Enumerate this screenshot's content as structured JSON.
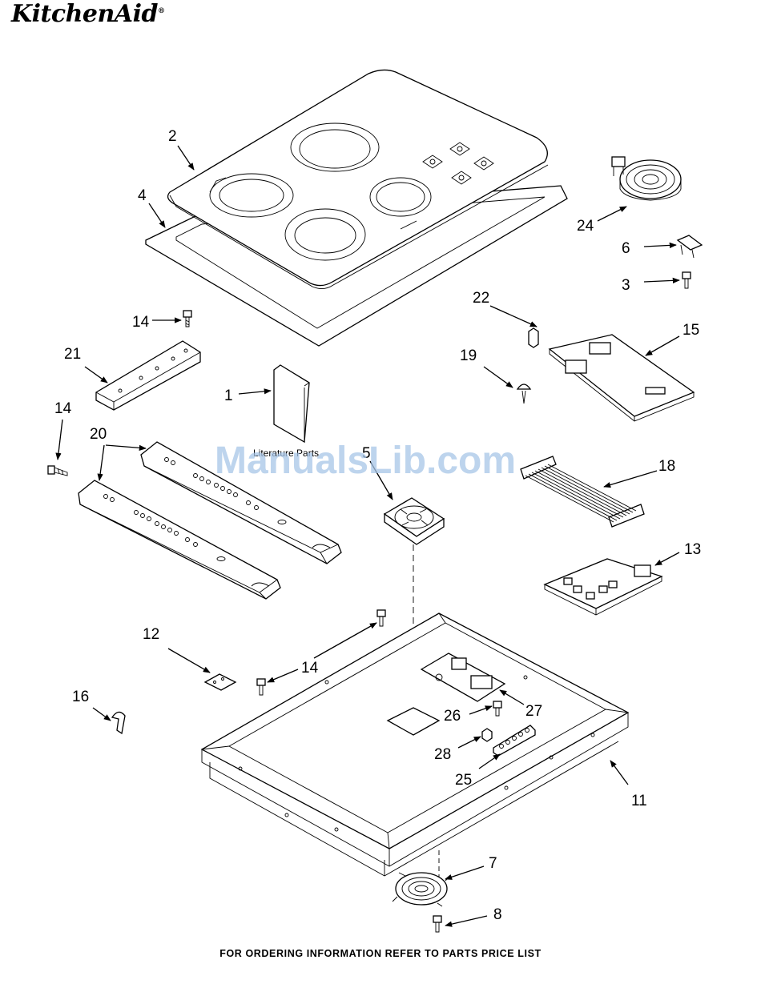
{
  "brand": {
    "name": "KitchenAid",
    "mark": "®"
  },
  "footer": "FOR ORDERING INFORMATION REFER TO PARTS PRICE LIST",
  "watermark": "ManualsLib.com",
  "literature_label": "Literature Parts",
  "callouts": {
    "c1": "1",
    "c2": "2",
    "c3": "3",
    "c4": "4",
    "c5": "5",
    "c6": "6",
    "c7": "7",
    "c8": "8",
    "c11": "11",
    "c12": "12",
    "c13": "13",
    "c14a": "14",
    "c14b": "14",
    "c14c": "14",
    "c15": "15",
    "c16": "16",
    "c18": "18",
    "c19": "19",
    "c20": "20",
    "c21": "21",
    "c22": "22",
    "c24": "24",
    "c25": "25",
    "c26": "26",
    "c27": "27",
    "c28": "28"
  }
}
